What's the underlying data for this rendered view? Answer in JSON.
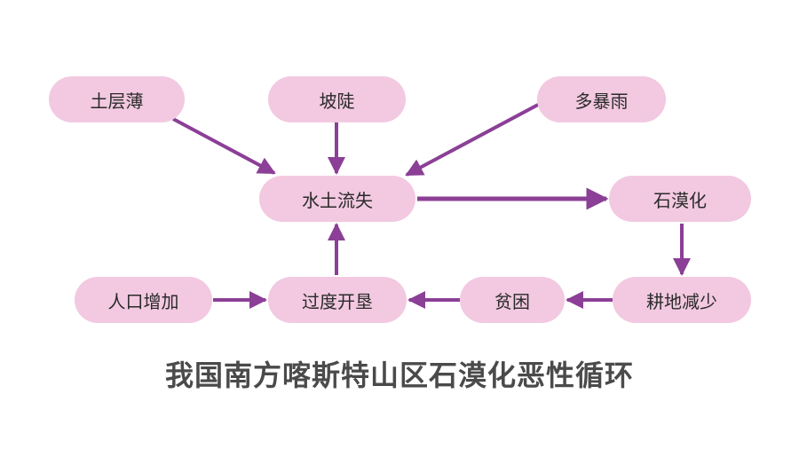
{
  "title": "我国南方喀斯特山区石漠化恶性循环",
  "nodes": {
    "soil_thin": "土层薄",
    "steep": "坡陡",
    "rainstorm": "多暴雨",
    "erosion": "水土流失",
    "rocky_desertification": "石漠化",
    "population_growth": "人口增加",
    "over_cultivation": "过度开垦",
    "poverty": "贫困",
    "farmland_decrease": "耕地减少"
  },
  "colors": {
    "node_fill": "#f2c9e0",
    "arrow": "#8b3f96",
    "title": "#4a4a4a"
  },
  "edges": [
    [
      "soil_thin",
      "erosion"
    ],
    [
      "steep",
      "erosion"
    ],
    [
      "rainstorm",
      "erosion"
    ],
    [
      "erosion",
      "rocky_desertification"
    ],
    [
      "rocky_desertification",
      "farmland_decrease"
    ],
    [
      "farmland_decrease",
      "poverty"
    ],
    [
      "poverty",
      "over_cultivation"
    ],
    [
      "population_growth",
      "over_cultivation"
    ],
    [
      "over_cultivation",
      "erosion"
    ]
  ]
}
